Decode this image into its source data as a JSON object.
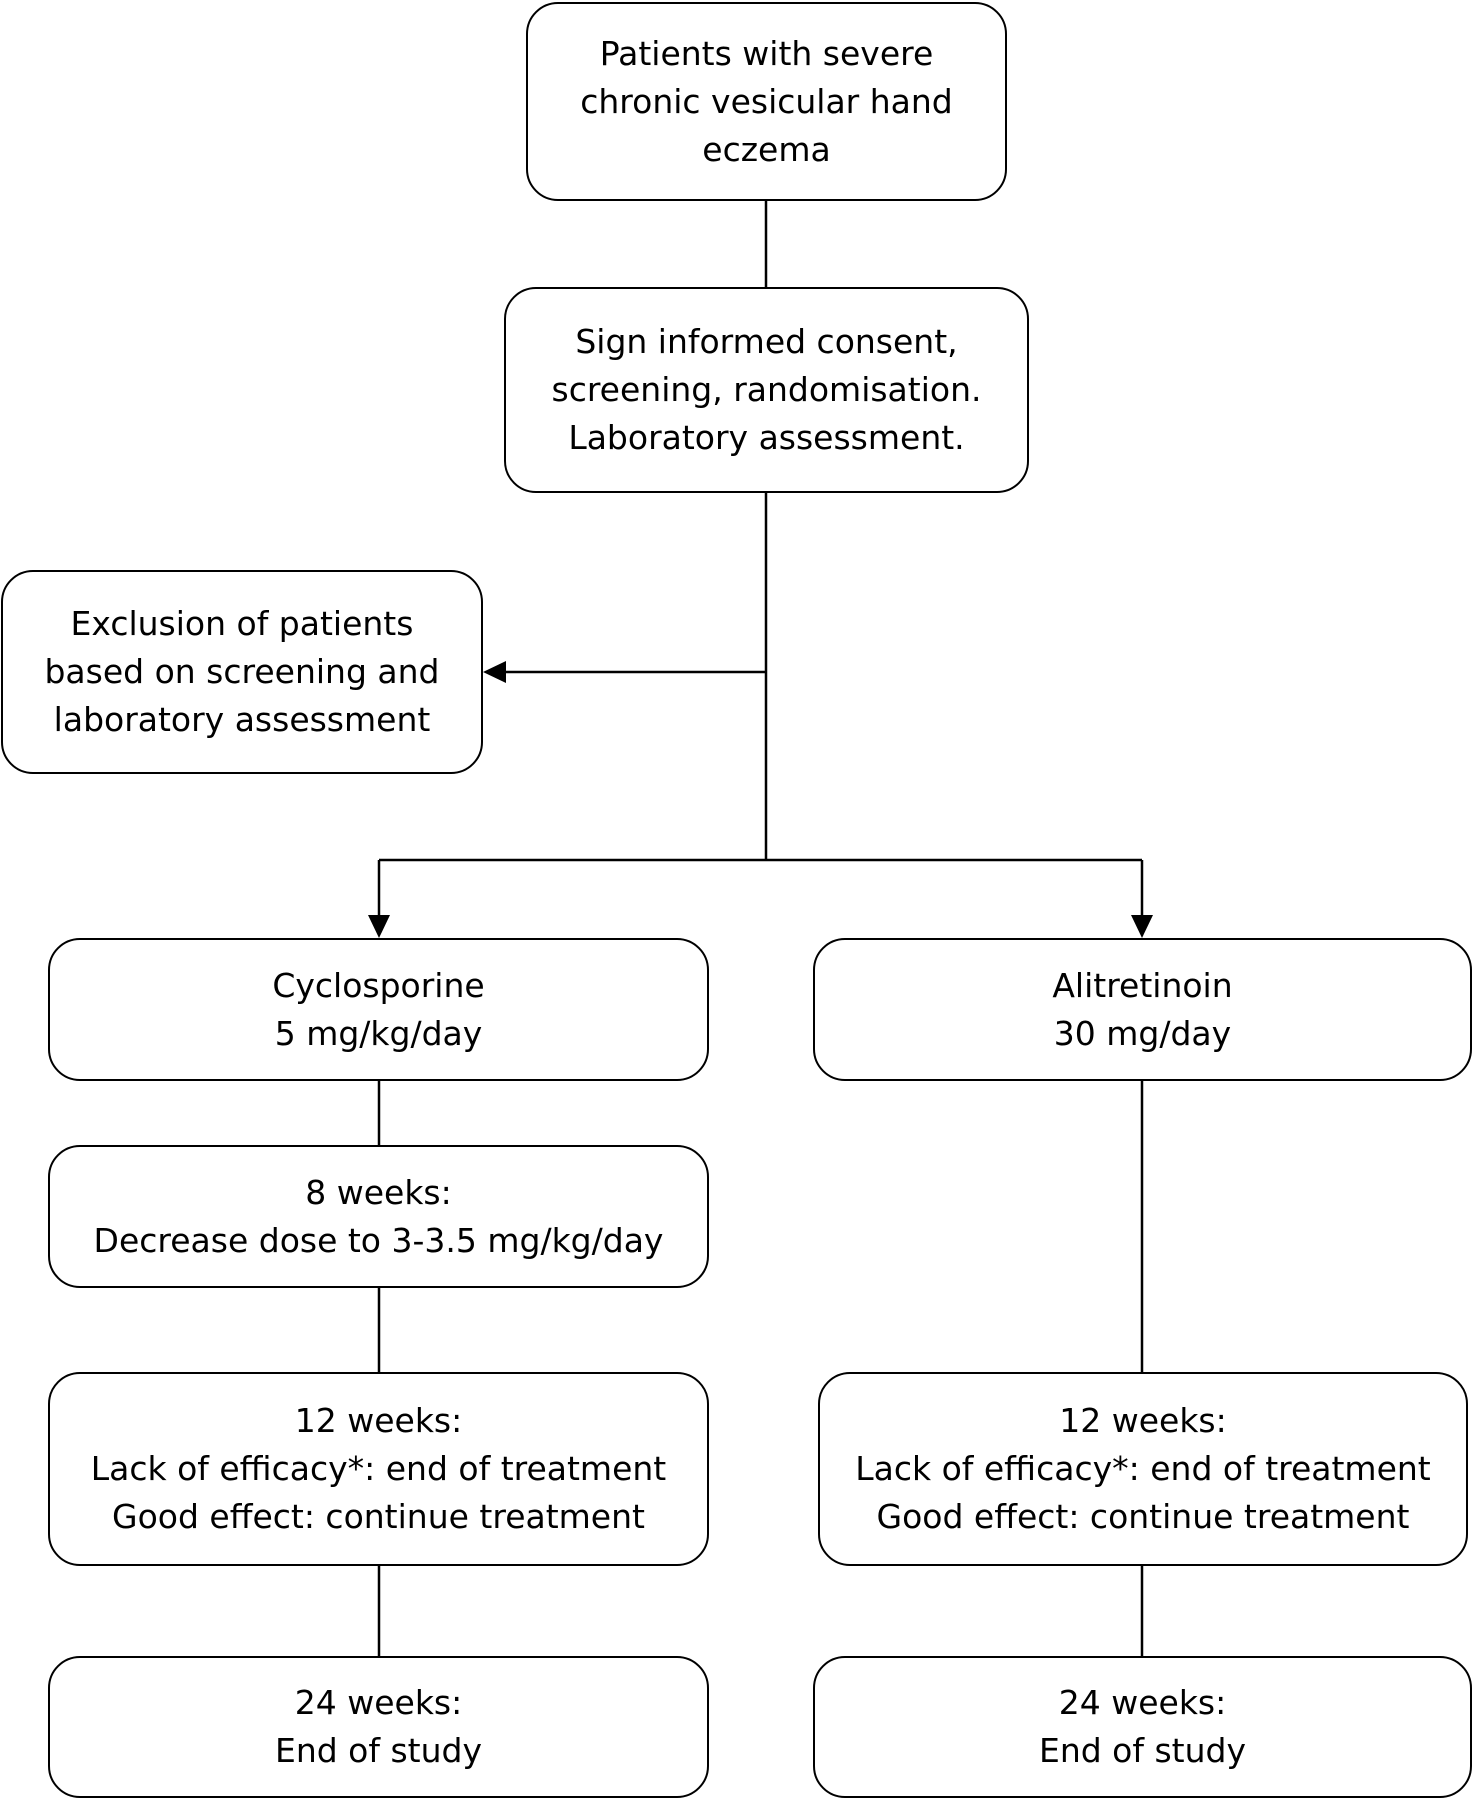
{
  "colors": {
    "stroke": "#000000",
    "fill": "#ffffff",
    "text": "#000000"
  },
  "nodes": {
    "start": {
      "lines": [
        "Patients with severe",
        "chronic vesicular hand",
        "eczema"
      ]
    },
    "consent": {
      "lines": [
        "Sign informed consent,",
        "screening, randomisation.",
        "Laboratory assessment."
      ]
    },
    "exclusion": {
      "lines": [
        "Exclusion of patients",
        "based on screening and",
        "laboratory assessment"
      ]
    },
    "cyclosporine": {
      "lines": [
        "Cyclosporine",
        "5 mg/kg/day"
      ]
    },
    "alitretinoin": {
      "lines": [
        "Alitretinoin",
        "30 mg/day"
      ]
    },
    "cyclo_8w": {
      "lines": [
        "8 weeks:",
        "Decrease dose to 3-3.5 mg/kg/day"
      ]
    },
    "cyclo_12w": {
      "lines": [
        "12 weeks:",
        "Lack of efficacy*: end of treatment",
        "Good effect: continue treatment"
      ]
    },
    "ali_12w": {
      "lines": [
        "12 weeks:",
        "Lack of efficacy*: end of treatment",
        "Good effect: continue treatment"
      ]
    },
    "cyclo_24w": {
      "lines": [
        "24 weeks:",
        "End of study"
      ]
    },
    "ali_24w": {
      "lines": [
        "24 weeks:",
        "End of study"
      ]
    }
  }
}
